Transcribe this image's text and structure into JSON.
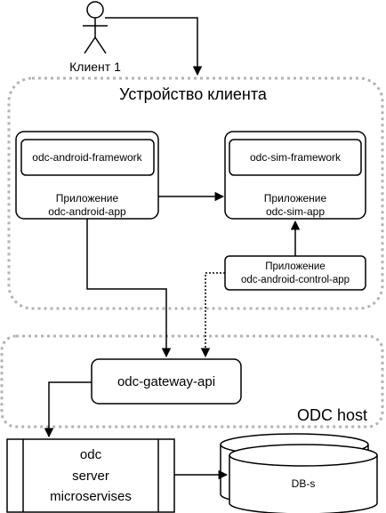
{
  "actor": {
    "label": "Клиент 1"
  },
  "zones": {
    "client_device": "Устройство клиента",
    "odc_host": "ODC host"
  },
  "nodes": {
    "android_framework": "odc-android-framework",
    "android_app": [
      "Приложение",
      "odc-android-app"
    ],
    "sim_framework": "odc-sim-framework",
    "sim_app": [
      "Приложение",
      "odc-sim-app"
    ],
    "control_app": [
      "Приложение",
      "odc-android-control-app"
    ],
    "gateway": "odc-gateway-api",
    "server": [
      "odc",
      "server",
      "microservises"
    ],
    "db": "DB-s"
  }
}
